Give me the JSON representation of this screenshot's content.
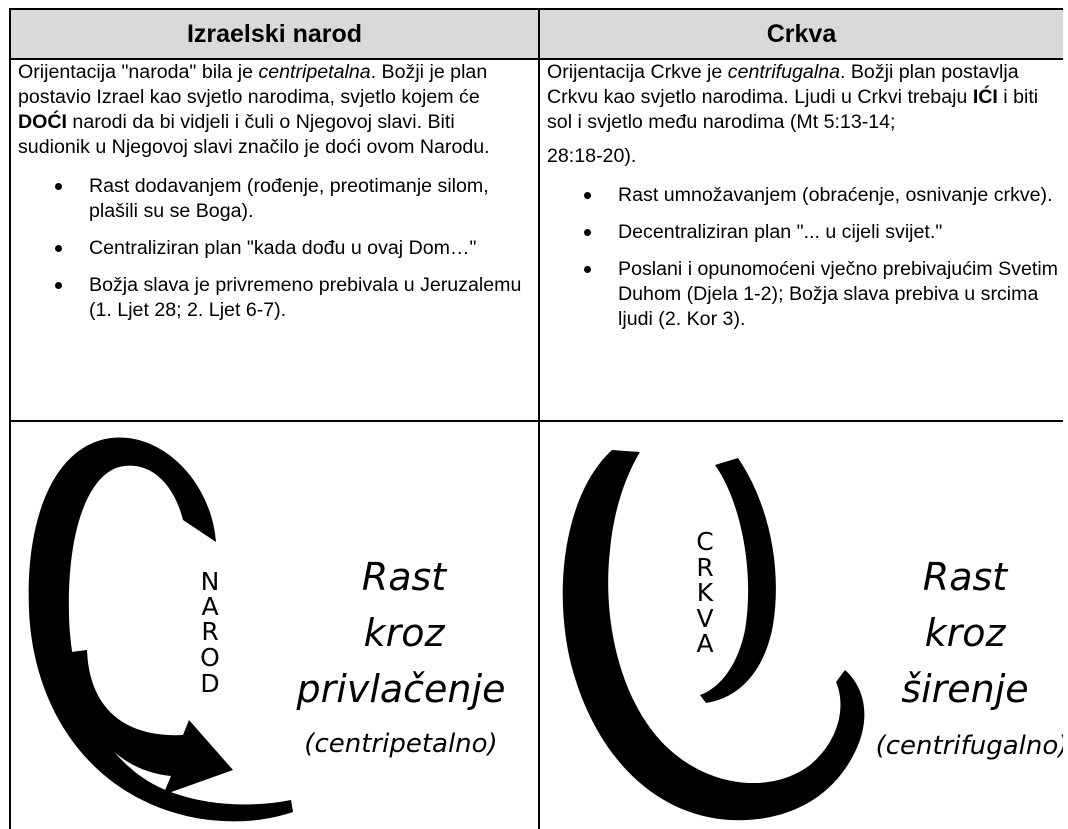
{
  "headers": {
    "left": "Izraelski narod",
    "right": "Crkva"
  },
  "left": {
    "intro": [
      {
        "t": "Orijentacija \"naroda\" bila je ",
        "s": "n"
      },
      {
        "t": "centripetalna",
        "s": "i"
      },
      {
        "t": ". Božji je plan postavio Izrael kao svjetlo narodima, svjetlo kojem će ",
        "s": "n"
      },
      {
        "t": "DOĆI",
        "s": "b"
      },
      {
        "t": " narodi da bi vidjeli i čuli o Njegovoj slavi. Biti sudionik u Njegovoj slavi značilo je doći ovom Narodu.",
        "s": "n"
      }
    ],
    "bullets": [
      "Rast dodavanjem (rođenje, preotimanje silom, plašili su se Boga).",
      "Centraliziran plan \"kada dođu u ovaj Dom…\"",
      "Božja slava je privremeno prebivala u Jeruzalemu (1. Ljet 28; 2. Ljet 6-7)."
    ],
    "logo": {
      "letters": [
        "N",
        "A",
        "R",
        "O",
        "D"
      ],
      "word1": "Rast",
      "word2": "kroz",
      "word3": "privlačenje",
      "note": "(centripetalno)"
    }
  },
  "right": {
    "intro": [
      {
        "t": "Orijentacija Crkve je ",
        "s": "n"
      },
      {
        "t": "centrifugalna",
        "s": "i"
      },
      {
        "t": ". Božji plan postavlja Crkvu kao svjetlo narodima. Ljudi u Crkvi trebaju ",
        "s": "n"
      },
      {
        "t": "IĆI",
        "s": "b"
      },
      {
        "t": " i biti sol i svjetlo među narodima (Mt 5:13-14;",
        "s": "n"
      }
    ],
    "intro_cont": "28:18-20).",
    "bullets": [
      "Rast umnožavanjem (obraćenje, osnivanje crkve).",
      "Decentraliziran plan \"... u cijeli svijet.\"",
      "Poslani i opunomoćeni vječno prebivajućim Svetim Duhom (Djela 1-2); Božja slava prebiva u srcima ljudi (2. Kor 3)."
    ],
    "logo": {
      "letters": [
        "C",
        "R",
        "K",
        "V",
        "A"
      ],
      "word1": "Rast",
      "word2": "kroz",
      "word3": "širenje",
      "note": "(centrifugalno)"
    }
  }
}
